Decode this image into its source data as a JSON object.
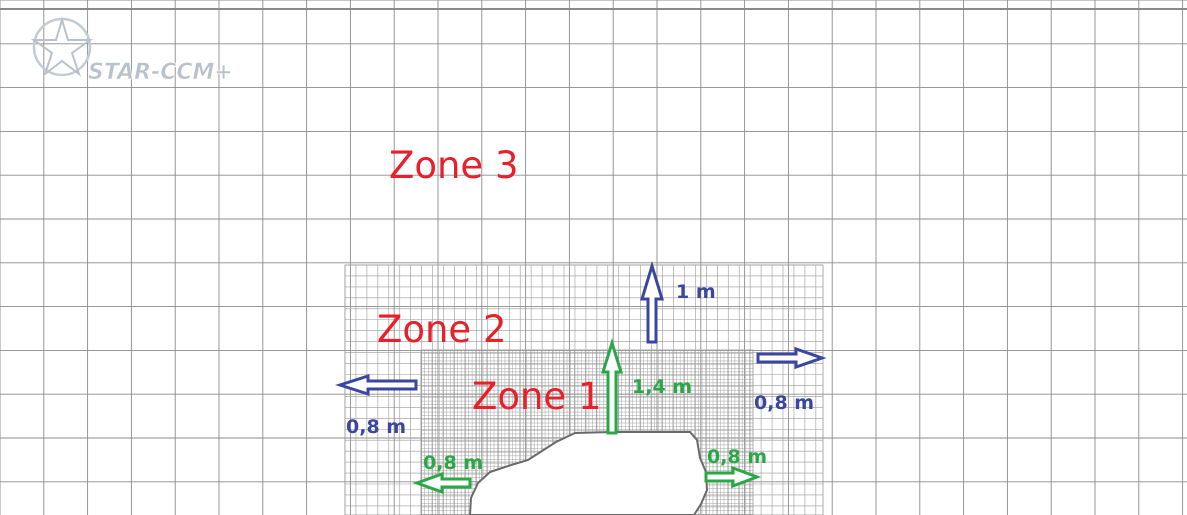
{
  "logo": {
    "text": "STAR-CCM+"
  },
  "zones": {
    "zone1": "Zone 1",
    "zone2": "Zone 2",
    "zone3": "Zone 3"
  },
  "dimensions": {
    "zone2_top": "1 m",
    "zone2_left": "0,8 m",
    "zone2_right": "0,8 m",
    "zone1_top": "1,4 m",
    "zone1_left": "0,8 m",
    "zone1_right": "0,8 m"
  },
  "colors": {
    "zone_label": "#e8202a",
    "zone2_arrows": "#3a46a0",
    "zone1_arrows": "#2aa845",
    "coarse_grid": "#8c8c8c",
    "fine_grid": "#9a9a9a",
    "car_fill": "#ffffff",
    "car_outline": "#6a6a6a",
    "logo": "#b9c2cc"
  }
}
